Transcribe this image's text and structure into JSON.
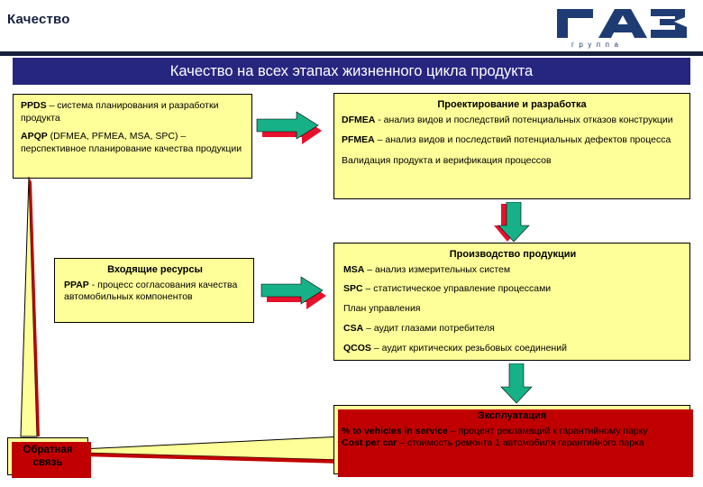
{
  "header": {
    "title": "Качество",
    "logo": {
      "name": "gaz-logo",
      "wordmark": "ГАЗ",
      "subtitle": "г р у п п а",
      "color": "#1f3b73"
    }
  },
  "banner": {
    "text": "Качество на всех этапах жизненного цикла продукта",
    "bg": "#262680",
    "fg": "#ffffff"
  },
  "colors": {
    "box_bg": "#ffff99",
    "box_border": "#000000",
    "shadow_red": "#c00000",
    "arrow_green": "#16b187",
    "arrow_shadow": "#e8112d",
    "header_text": "#16213e"
  },
  "boxes": {
    "ppds": {
      "name": "planning-box",
      "lines": [
        {
          "strong": "PPDS",
          "rest": " – система планирования и разработки продукта"
        },
        {
          "strong": "APQP",
          "rest": " (DFMEA, PFMEA, MSA, SPC) – перспективное планирование качества продукции"
        }
      ]
    },
    "design": {
      "name": "design-development-box",
      "title": "Проектирование и разработка",
      "lines": [
        {
          "strong": "DFMEA",
          "rest": " - анализ видов и последствий потенциальных отказов конструкции"
        },
        {
          "strong": "PFMEA",
          "rest": " – анализ видов и последствий потенциальных дефектов процесса"
        },
        {
          "strong": "",
          "rest": "Валидация продукта и верификация процессов"
        }
      ]
    },
    "input_resources": {
      "name": "input-resources-box",
      "title": "Входящие ресурсы",
      "lines": [
        {
          "strong": "PPAP",
          "rest": " - процесс согласования качества  автомобильных компонентов"
        }
      ]
    },
    "production": {
      "name": "production-box",
      "title": "Производство продукции",
      "lines": [
        {
          "strong": "MSA",
          "rest": " – анализ измерительных систем"
        },
        {
          "strong": "SPC",
          "rest": "  – статистическое управление процессами"
        },
        {
          "strong": "",
          "rest": "План управления"
        },
        {
          "strong": "CSA",
          "rest": " – аудит глазами потребителя"
        },
        {
          "strong": "QCOS",
          "rest": " – аудит критических резьбовых соединений"
        }
      ]
    },
    "operation": {
      "name": "operation-box",
      "title": "Эксплуатация",
      "lines": [
        {
          "strong": "% to vehicles in service",
          "rest": " – процент рекламаций к гарантийному парку"
        },
        {
          "strong": "Cost per car",
          "rest": " – стоимость ремонта 1 автомобиля гарантийного парка"
        }
      ]
    },
    "feedback": {
      "name": "feedback-box",
      "text": "Обратная связь"
    }
  },
  "arrows": {
    "to_design": "arrow-right-green",
    "to_production": "arrow-right-green",
    "design_to_production": "arrow-down-green",
    "production_to_operation": "arrow-down-green",
    "feedback_up": "feedback-return-arrow",
    "feedback_wedge": "feedback-return-wedge"
  }
}
